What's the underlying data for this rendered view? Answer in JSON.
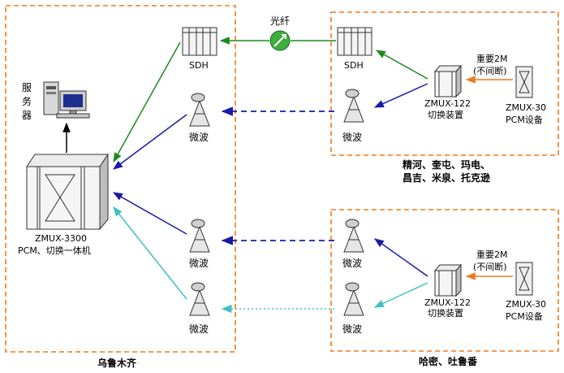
{
  "labels": {
    "fiber": "光纤",
    "sdh_left": "SDH",
    "sdh_right": "SDH",
    "server_vertical": [
      "服",
      "务",
      "器"
    ],
    "microwave_left_top": "微波",
    "microwave_right_top": "微波",
    "zmux3300_line1": "ZMUX-3300",
    "zmux3300_line2": "PCM、切换一体机",
    "zmux122_top_line1": "ZMUX-122",
    "zmux122_top_line2": "切换装置",
    "zmux30_top_line1": "ZMUX-30",
    "zmux30_top_line2": "PCM设备",
    "link2m_top_line1": "重要2M",
    "link2m_top_line2": "(不间断)",
    "sites_top_line1": "精河、奎屯、玛电、",
    "sites_top_line2": "昌吉、米泉、托克逊",
    "microwave_left_mid": "微波",
    "microwave_right_mid": "微波",
    "microwave_left_bot": "微波",
    "microwave_right_bot": "微波",
    "zmux122_bot_line1": "ZMUX-122",
    "zmux122_bot_line2": "切换装置",
    "zmux30_bot_line1": "ZMUX-30",
    "zmux30_bot_line2": "PCM设备",
    "link2m_bot_line1": "重要2M",
    "link2m_bot_line2": "(不间断)",
    "sites_bottom": "哈密、吐鲁番",
    "urumqi": "乌鲁木齐"
  },
  "colors": {
    "frame": "#f07a1e",
    "green": "#1e8a1e",
    "navy": "#1a1aa8",
    "cyan": "#40c0c8",
    "orange_link": "#f07a1e",
    "fiber_fill": "#3fae3f"
  }
}
